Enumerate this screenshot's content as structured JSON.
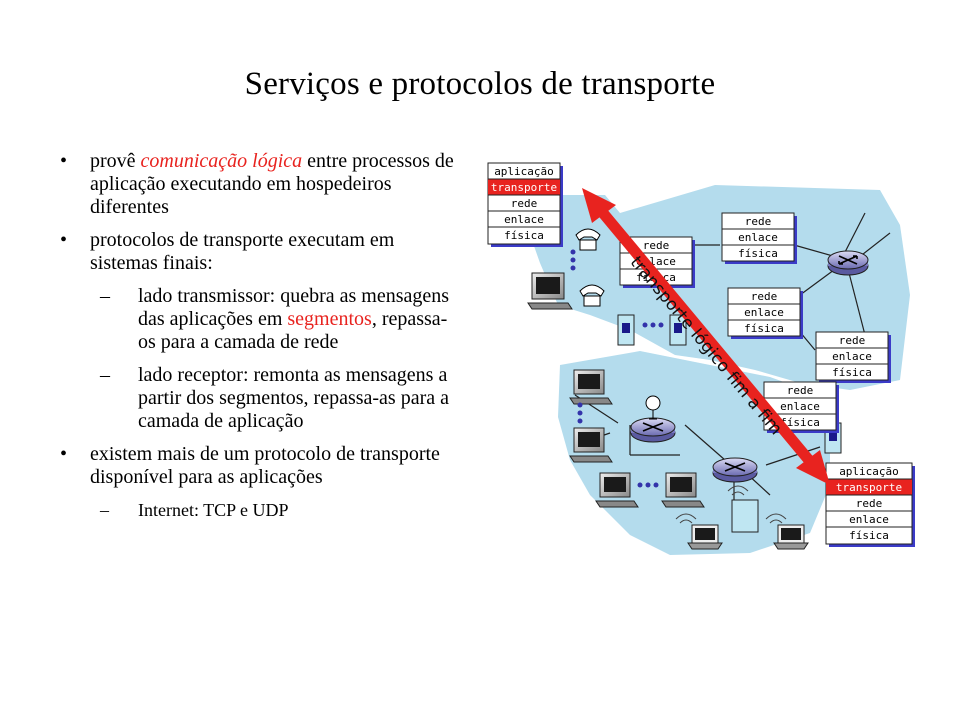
{
  "slide": {
    "title": "Serviços  e protocolos  de transporte",
    "bullets": [
      {
        "pre": "provê ",
        "highlight": "comunicação lógica",
        "post": " entre processos de aplicação executando em hospedeiros diferentes"
      },
      {
        "text": "protocolos de transporte executam em sistemas finais:"
      },
      {
        "pre": "lado transmissor: quebra as mensagens das aplicações em ",
        "highlight": "segmentos",
        "post": ", repassa-os para a camada de rede"
      },
      {
        "text": "lado receptor: remonta as mensagens a partir dos segmentos, repassa-as para a camada de aplicação"
      },
      {
        "text": "existem mais de um protocolo de transporte disponível para as aplicações"
      },
      {
        "text": "Internet: TCP e UDP"
      }
    ]
  },
  "diagram": {
    "layers": {
      "application": "aplicação",
      "transport": "transporte",
      "network": "rede",
      "link": "enlace",
      "physical": "física"
    },
    "arrow_label": "transporte lógico fim a fim",
    "colors": {
      "network_fill": "#b4dced",
      "transport_highlight": "#e8231f",
      "arrow": "#e8231f",
      "stack_shadow": "#3b3bc8",
      "dots": "#3333aa"
    }
  }
}
